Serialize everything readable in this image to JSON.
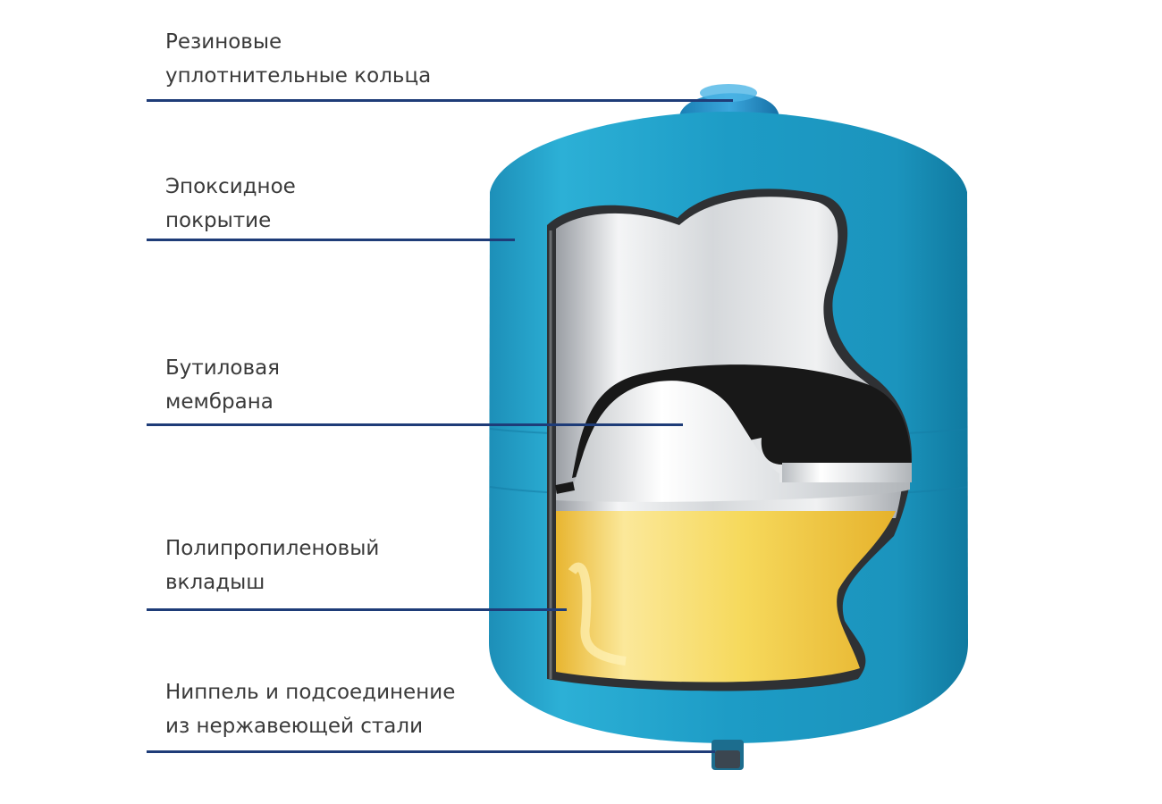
{
  "labels": [
    {
      "id": "rubber-rings",
      "lines": [
        "Резиновые",
        "уплотнительные кольца"
      ]
    },
    {
      "id": "epoxy-coating",
      "lines": [
        "Эпоксидное",
        "покрытие"
      ]
    },
    {
      "id": "butyl-membrane",
      "lines": [
        "Бутиловая",
        "мембрана"
      ]
    },
    {
      "id": "pp-liner",
      "lines": [
        "Полипропиленовый",
        "вкладыш"
      ]
    },
    {
      "id": "nipple",
      "lines": [
        "Ниппель и подсоединение",
        "из нержавеющей стали"
      ]
    }
  ],
  "colors": {
    "tank": "#1fa0c8",
    "tank_dark": "#0f7fa6",
    "leader_line": "#1e3c78",
    "text": "#3a3a3a",
    "membrane_silver": "#c9ccd0",
    "membrane_black": "#1a1a1a",
    "liner_yellow": "#f7d64a"
  }
}
